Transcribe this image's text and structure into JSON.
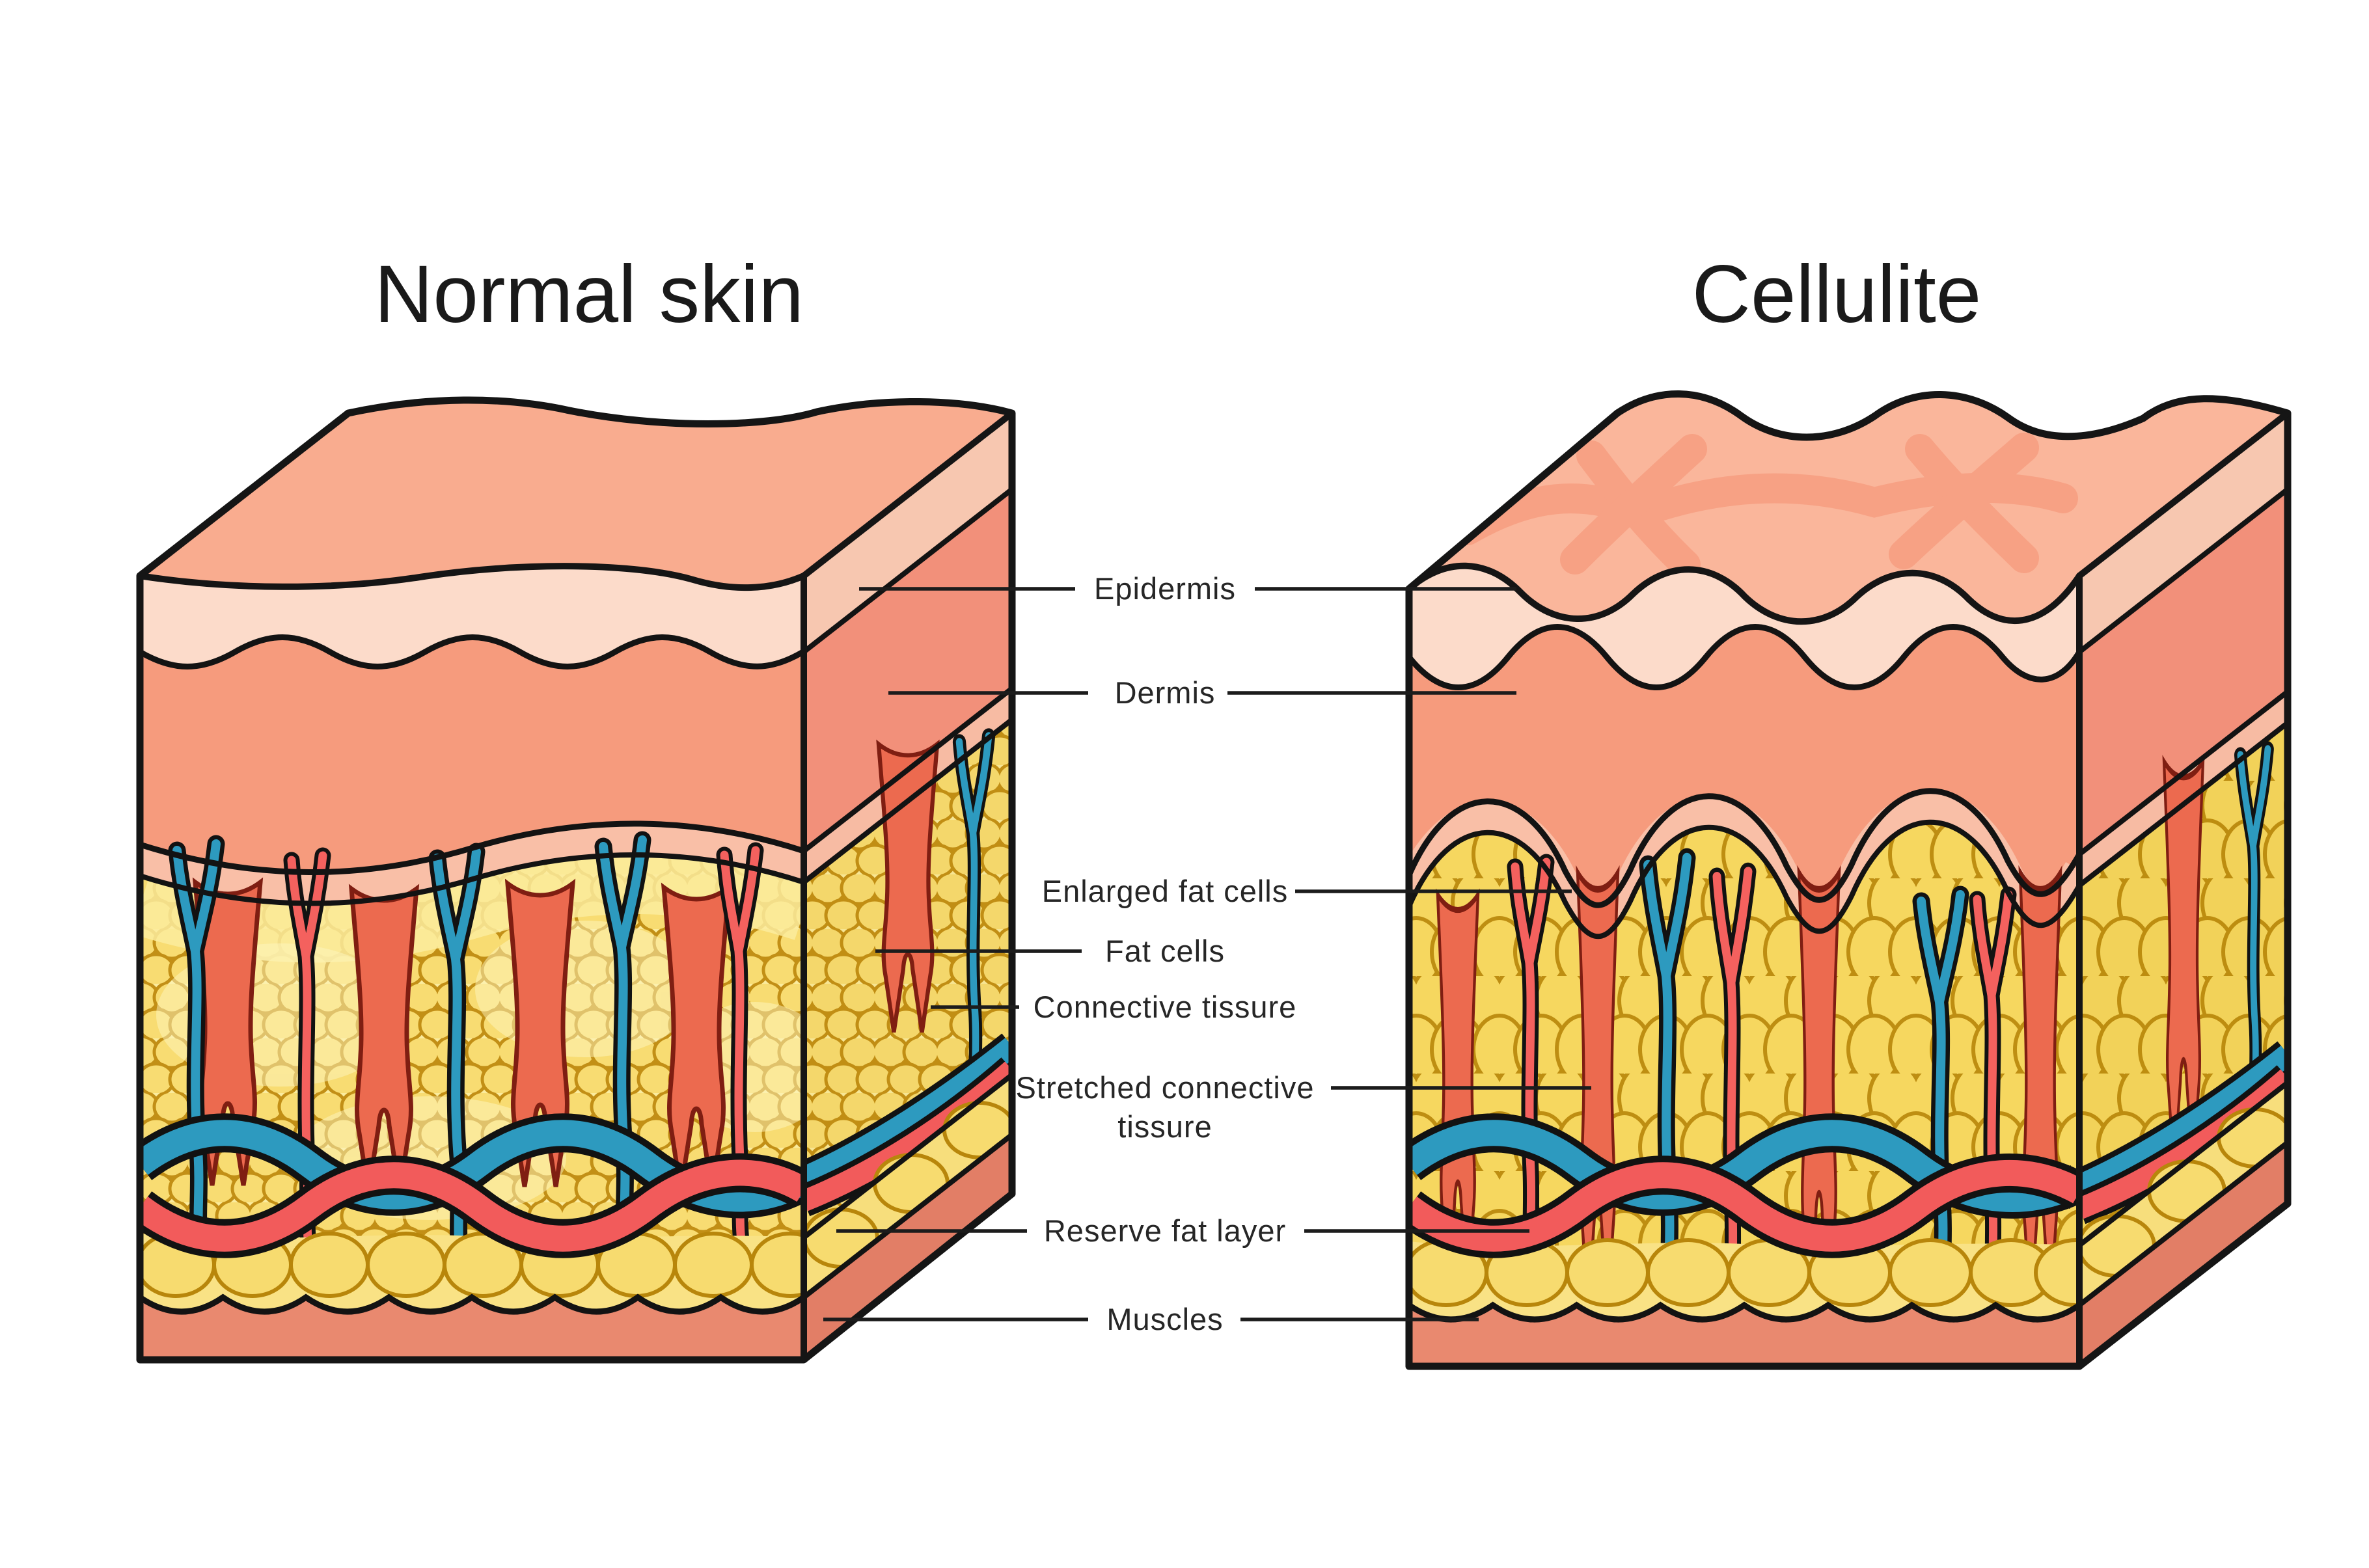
{
  "page": {
    "background": "#ffffff"
  },
  "titles": {
    "left": "Normal skin",
    "right": "Cellulite"
  },
  "labels": {
    "epidermis": "Epidermis",
    "dermis": "Dermis",
    "enlarged_fat_cells": "Enlarged fat cells",
    "fat_cells": "Fat cells",
    "connective_tissue": "Connective tissure",
    "stretched_connective_line1": "Stretched connective",
    "stretched_connective_line2": "tissure",
    "reserve_fat_layer": "Reserve fat layer",
    "muscles": "Muscles"
  },
  "colors": {
    "outline": "#151515",
    "top_face": "#F9AC8F",
    "top_face_cellulite": "#FAB69B",
    "dimple_streak": "#F7A184",
    "epidermis": "#FCDBCA",
    "dermis": "#F69B7D",
    "basal_strip": "#F9BFA7",
    "fat_background": "#FBEC9E",
    "fat_cell": "#F8DC72",
    "fat_cell_outline": "#C28F16",
    "connective_tissue": "#EC6A4F",
    "connective_outline": "#7F1E12",
    "vein_blue": "#2D9ABF",
    "artery_red": "#F25B5B",
    "reserve_fat": "#F7DB6F",
    "muscle": "#E9896F",
    "label_text": "#262626"
  },
  "panels": [
    {
      "title": "Normal skin",
      "side": "left",
      "layers": [
        "Epidermis",
        "Dermis",
        "Fat cells",
        "Connective tissure",
        "Reserve fat layer",
        "Muscles"
      ]
    },
    {
      "title": "Cellulite",
      "side": "right",
      "layers": [
        "Epidermis",
        "Dermis",
        "Enlarged fat cells",
        "Stretched connective tissure",
        "Reserve fat layer",
        "Muscles"
      ]
    }
  ]
}
